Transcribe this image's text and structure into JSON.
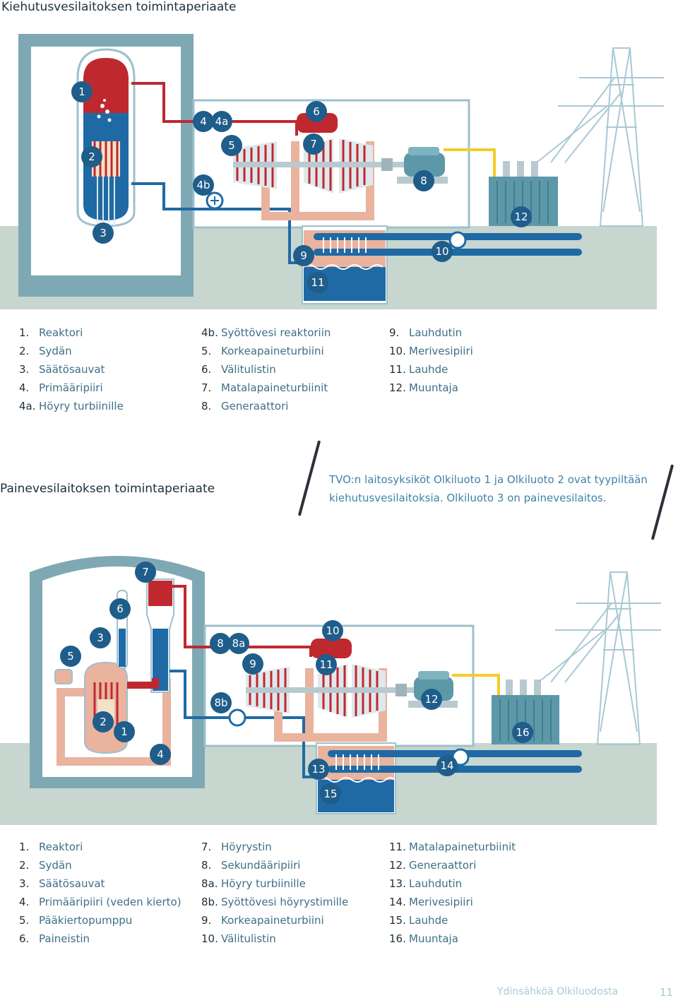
{
  "bwr": {
    "title": "Kiehutusvesilaitoksen toimintaperiaate",
    "labels": [
      "1",
      "2",
      "3",
      "4",
      "4a",
      "4b",
      "5",
      "6",
      "7",
      "8",
      "9",
      "10",
      "11",
      "12"
    ],
    "legend": [
      [
        [
          "1.",
          "Reaktori"
        ],
        [
          "2.",
          "Sydän"
        ],
        [
          "3.",
          "Säätösauvat"
        ],
        [
          "4.",
          "Primääripiiri"
        ],
        [
          "4a.",
          "Höyry turbiinille"
        ]
      ],
      [
        [
          "4b.",
          "Syöttövesi reaktoriin"
        ],
        [
          "5.",
          "Korkeapaineturbiini"
        ],
        [
          "6.",
          "Välitulistin"
        ],
        [
          "7.",
          "Matalapaineturbiinit"
        ],
        [
          "8.",
          "Generaattori"
        ]
      ],
      [
        [
          "9.",
          "Lauhdutin"
        ],
        [
          "10.",
          "Merivesipiiri"
        ],
        [
          "11.",
          "Lauhde"
        ],
        [
          "12.",
          "Muuntaja"
        ]
      ]
    ]
  },
  "pwr": {
    "title": "Painevesilaitoksen toimintaperiaate",
    "note": "TVO:n laitosyksiköt Olkiluoto 1 ja Olkiluoto 2 ovat tyypiltään kiehutusvesilaitoksia. Olkiluoto 3 on painevesilaitos.",
    "labels": [
      "1",
      "2",
      "3",
      "4",
      "5",
      "6",
      "7",
      "8",
      "8a",
      "8b",
      "9",
      "10",
      "11",
      "12",
      "13",
      "14",
      "15",
      "16"
    ],
    "legend": [
      [
        [
          "1.",
          "Reaktori"
        ],
        [
          "2.",
          "Sydän"
        ],
        [
          "3.",
          "Säätösauvat"
        ],
        [
          "4.",
          "Primääripiiri (veden kierto)"
        ],
        [
          "5.",
          "Pääkiertopumppu"
        ],
        [
          "6.",
          "Paineistin"
        ]
      ],
      [
        [
          "7.",
          "Höyrystin"
        ],
        [
          "8.",
          "Sekundääripiiri"
        ],
        [
          "8a.",
          "Höyry turbiinille"
        ],
        [
          "8b.",
          "Syöttövesi höyrystimille"
        ],
        [
          "9.",
          "Korkeapaineturbiini"
        ],
        [
          "10.",
          "Välitulistin"
        ]
      ],
      [
        [
          "11.",
          "Matalapaineturbiinit"
        ],
        [
          "12.",
          "Generaattori"
        ],
        [
          "13.",
          "Lauhdutin"
        ],
        [
          "14.",
          "Merivesipiiri"
        ],
        [
          "15.",
          "Lauhde"
        ],
        [
          "16.",
          "Muuntaja"
        ]
      ]
    ]
  },
  "footer": {
    "text": "Ydinsähköä Olkiluodosta",
    "page": "11"
  },
  "colors": {
    "containment": "#7ea8b4",
    "ground": "#c7d6ce",
    "steam": "#c0282f",
    "water": "#1f6aa5",
    "primary": "#e9b39e",
    "yellow": "#f4cc28",
    "badge": "#1f5d8a",
    "tower": "#a9c8d4"
  },
  "icons": [
    "turbine-icon",
    "generator-icon",
    "transformer-icon",
    "pylon-icon",
    "pump-icon",
    "reactor-vessel-icon",
    "steam-generator-icon",
    "pressurizer-icon",
    "condenser-icon"
  ]
}
